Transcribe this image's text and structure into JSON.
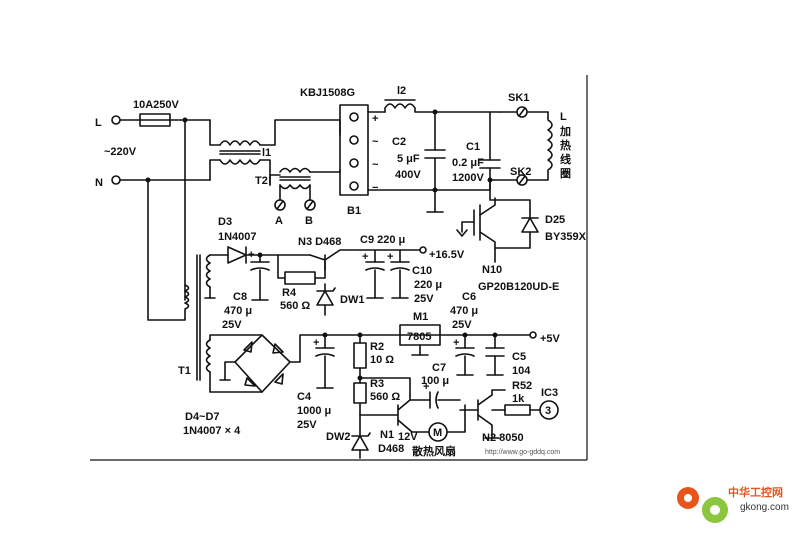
{
  "labels": {
    "L": "L",
    "N": "N",
    "fuse": "10A250V",
    "ac_voltage": "~220V",
    "bridge_part": "KBJ1508G",
    "l1": "l1",
    "l2": "l2",
    "t2": "T2",
    "a": "A",
    "b": "B",
    "b1": "B1",
    "c2": "C2",
    "c2_cap": "5 μF",
    "c2_volt": "400V",
    "c1": "C1",
    "c1_cap": "0.2 μF",
    "c1_volt": "1200V",
    "sk1": "SK1",
    "sk2": "SK2",
    "coil_l": "L",
    "coil_cn": [
      "加",
      "热",
      "线",
      "圈"
    ],
    "d3": "D3",
    "d3_part": "1N4007",
    "n3": "N3 D468",
    "c9": "C9 220 μ",
    "v165": "+16.5V",
    "r4": "R4",
    "r4_val": "560 Ω",
    "dw1": "DW1",
    "c8": "C8",
    "c8_cap": "470 μ",
    "c8_volt": "25V",
    "c10": "C10",
    "c10_cap": "220 μ",
    "c10_volt": "25V",
    "d25": "D25",
    "d25_part": "BY359X",
    "n10": "N10",
    "igbt_part": "GP20B120UD-E",
    "c6": "C6",
    "c6_cap": "470 μ",
    "c6_volt": "25V",
    "m1": "M1",
    "reg": "7805",
    "v5": "+5V",
    "t1": "T1",
    "r2": "R2",
    "r2_val": "10 Ω",
    "c5": "C5",
    "c5_val": "104",
    "c4": "C4",
    "c4_cap": "1000 μ",
    "c4_volt": "25V",
    "r3": "R3",
    "r3_val": "560 Ω",
    "c7": "C7",
    "c7_cap": "100 μ",
    "r52": "R52",
    "r52_val": "1k",
    "ic3": "IC3",
    "pin3": "3",
    "d4d7": "D4~D7",
    "d4d7_part": "1N4007 × 4",
    "dw2": "DW2",
    "n1": "N1",
    "n1_part": "D468",
    "v12": "12V",
    "motor": "M",
    "fan_cn": "散热风扇",
    "n2": "N2 8050",
    "watermark_url": "http://www.go-gddq.com",
    "plus": "+",
    "minus": "−",
    "tilde": "~"
  },
  "logo": {
    "name_cn": "中华工控网",
    "domain": "gkong.com"
  },
  "colors": {
    "ink": "#111111",
    "logo_orange": "#e8551c",
    "logo_green": "#8cc63f"
  }
}
